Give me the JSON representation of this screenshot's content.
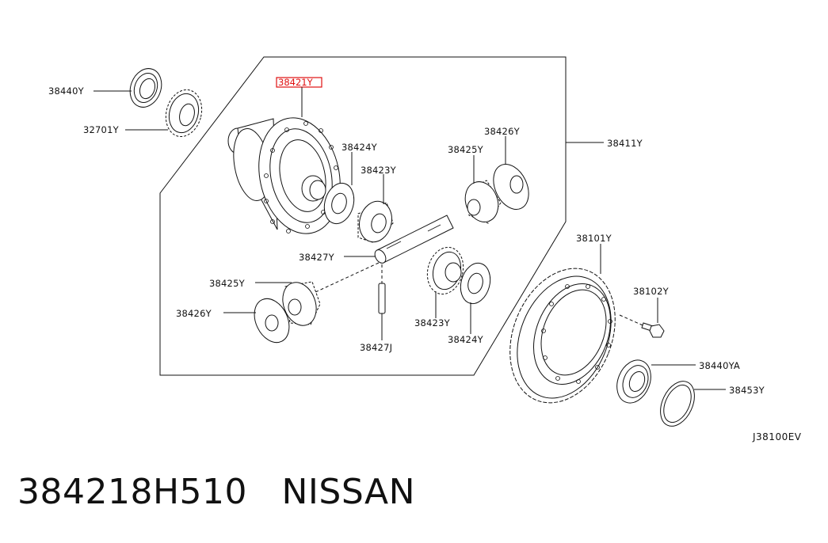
{
  "diagram": {
    "callouts": {
      "c_38440Y": "38440Y",
      "c_32701Y": "32701Y",
      "c_38421Y": "38421Y",
      "c_38424Y_a": "38424Y",
      "c_38423Y_a": "38423Y",
      "c_38425Y_a": "38425Y",
      "c_38426Y_a": "38426Y",
      "c_38411Y": "38411Y",
      "c_38427Y": "38427Y",
      "c_38425Y_b": "38425Y",
      "c_38426Y_b": "38426Y",
      "c_38427J": "38427J",
      "c_38423Y_b": "38423Y",
      "c_38424Y_b": "38424Y",
      "c_38101Y": "38101Y",
      "c_38102Y": "38102Y",
      "c_38440YA": "38440YA",
      "c_38453Y": "38453Y"
    },
    "highlight_color": "#e01010",
    "reference_code": "J38100EV"
  },
  "caption": "384218H510   NISSAN"
}
